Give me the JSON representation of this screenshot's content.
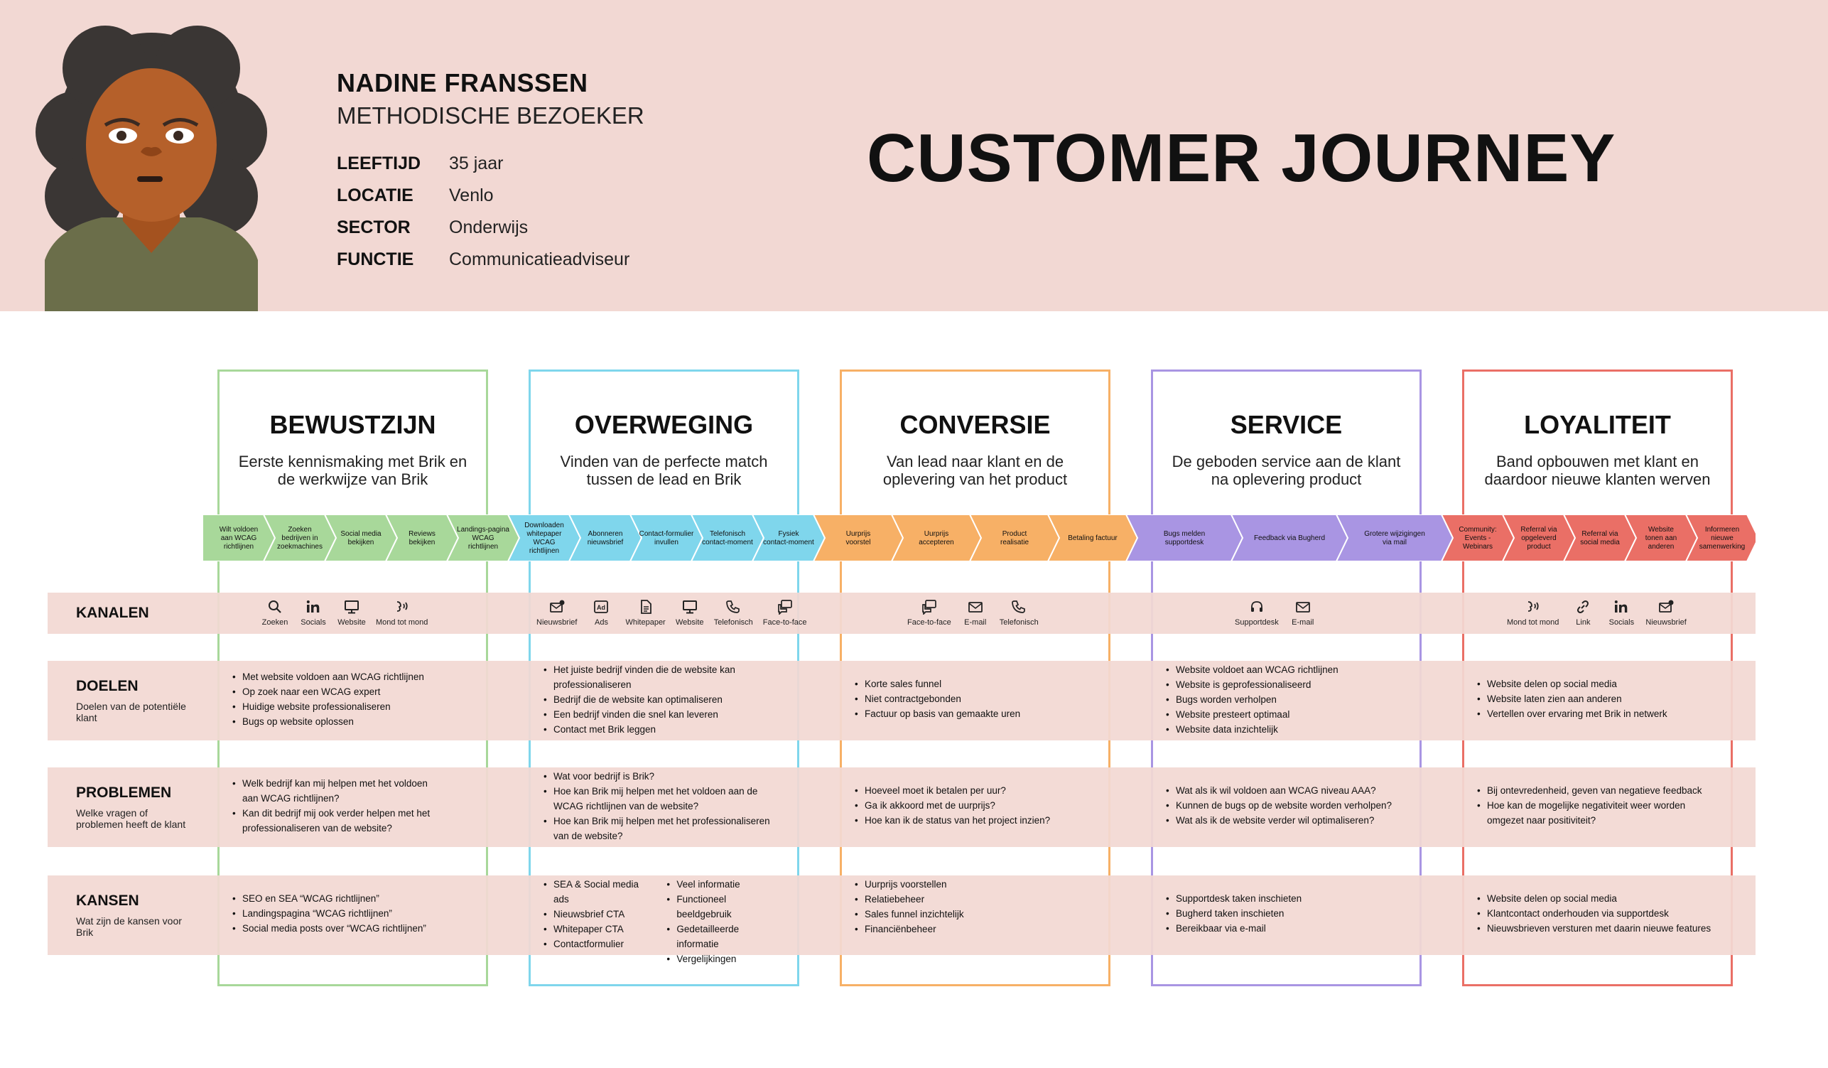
{
  "persona": {
    "name": "NADINE FRANSSEN",
    "role": "METHODISCHE BEZOEKER",
    "fields": [
      {
        "key": "LEEFTIJD",
        "value": "35 jaar"
      },
      {
        "key": "LOCATIE",
        "value": "Venlo"
      },
      {
        "key": "SECTOR",
        "value": "Onderwijs"
      },
      {
        "key": "FUNCTIE",
        "value": "Communicatieadviseur"
      }
    ]
  },
  "title": "CUSTOMER JOURNEY",
  "colors": {
    "header_bg": "#f2d8d3",
    "row_bg": "#f2d8d3",
    "bewustzijn": "#a8d89a",
    "overweging": "#7fd6ec",
    "conversie": "#f7b066",
    "service": "#a995e3",
    "loyaliteit": "#ea6f66"
  },
  "phases": [
    {
      "title": "BEWUSTZIJN",
      "desc": "Eerste kennismaking met Brik en de werkwijze van Brik",
      "color": "#a8d89a"
    },
    {
      "title": "OVERWEGING",
      "desc": "Vinden van de perfecte match tussen de lead en Brik",
      "color": "#7fd6ec"
    },
    {
      "title": "CONVERSIE",
      "desc": "Van lead naar klant en de oplevering van het product",
      "color": "#f7b066"
    },
    {
      "title": "SERVICE",
      "desc": "De geboden service aan de klant na oplevering product",
      "color": "#a995e3"
    },
    {
      "title": "LOYALITEIT",
      "desc": "Band opbouwen met klant en daardoor nieuwe klanten werven",
      "color": "#ea6f66"
    }
  ],
  "steps": [
    {
      "label": "Wilt voldoen aan WCAG richtlijnen",
      "phase": 0
    },
    {
      "label": "Zoeken bedrijven in zoekmachines",
      "phase": 0
    },
    {
      "label": "Social media bekijken",
      "phase": 0
    },
    {
      "label": "Reviews bekijken",
      "phase": 0
    },
    {
      "label": "Landings-pagina WCAG richtlijnen",
      "phase": 0
    },
    {
      "label": "Downloaden whitepaper WCAG richtlijnen",
      "phase": 1
    },
    {
      "label": "Abonneren nieuwsbrief",
      "phase": 1
    },
    {
      "label": "Contact-formulier invullen",
      "phase": 1
    },
    {
      "label": "Telefonisch contact-moment",
      "phase": 1
    },
    {
      "label": "Fysiek contact-moment",
      "phase": 1
    },
    {
      "label": "Uurprijs voorstel",
      "phase": 2
    },
    {
      "label": "Uurprijs accepteren",
      "phase": 2
    },
    {
      "label": "Product realisatie",
      "phase": 2
    },
    {
      "label": "Betaling factuur",
      "phase": 2
    },
    {
      "label": "Bugs melden supportdesk",
      "phase": 3
    },
    {
      "label": "Feedback via Bugherd",
      "phase": 3
    },
    {
      "label": "Grotere wijzigingen via mail",
      "phase": 3
    },
    {
      "label": "Community: Events - Webinars",
      "phase": 4
    },
    {
      "label": "Referral via opgeleverd product",
      "phase": 4
    },
    {
      "label": "Referral via social media",
      "phase": 4
    },
    {
      "label": "Website tonen aan anderen",
      "phase": 4
    },
    {
      "label": "Informeren nieuwe samenwerking",
      "phase": 4
    }
  ],
  "rows": {
    "kanalen": {
      "label": "KANALEN"
    },
    "doelen": {
      "label": "DOELEN",
      "sub": "Doelen van de potentiële klant"
    },
    "problemen": {
      "label": "PROBLEMEN",
      "sub": "Welke vragen of problemen heeft de klant"
    },
    "kansen": {
      "label": "KANSEN",
      "sub": "Wat zijn de kansen voor Brik"
    }
  },
  "channels": [
    [
      {
        "icon": "search-icon",
        "label": "Zoeken"
      },
      {
        "icon": "linkedin-icon",
        "label": "Socials"
      },
      {
        "icon": "monitor-icon",
        "label": "Website"
      },
      {
        "icon": "speech-icon",
        "label": "Mond tot mond"
      }
    ],
    [
      {
        "icon": "newsletter-icon",
        "label": "Nieuwsbrief"
      },
      {
        "icon": "ad-icon",
        "label": "Ads"
      },
      {
        "icon": "document-icon",
        "label": "Whitepaper"
      },
      {
        "icon": "monitor-icon",
        "label": "Website"
      },
      {
        "icon": "phone-icon",
        "label": "Telefonisch"
      },
      {
        "icon": "chat-icon",
        "label": "Face-to-face"
      }
    ],
    [
      {
        "icon": "chat-icon",
        "label": "Face-to-face"
      },
      {
        "icon": "mail-icon",
        "label": "E-mail"
      },
      {
        "icon": "phone-icon",
        "label": "Telefonisch"
      }
    ],
    [
      {
        "icon": "headset-icon",
        "label": "Supportdesk"
      },
      {
        "icon": "mail-icon",
        "label": "E-mail"
      }
    ],
    [
      {
        "icon": "speech-icon",
        "label": "Mond tot mond"
      },
      {
        "icon": "link-icon",
        "label": "Link"
      },
      {
        "icon": "linkedin-icon",
        "label": "Socials"
      },
      {
        "icon": "newsletter-icon",
        "label": "Nieuwsbrief"
      }
    ]
  ],
  "doelen": [
    [
      "Met website voldoen aan WCAG richtlijnen",
      "Op zoek naar een WCAG expert",
      "Huidige website professionaliseren",
      "Bugs op website oplossen"
    ],
    [
      "Het juiste bedrijf vinden die de website kan professionaliseren",
      "Bedrijf die de website kan optimaliseren",
      "Een bedrijf vinden die snel kan leveren",
      "Contact met Brik leggen"
    ],
    [
      "Korte sales funnel",
      "Niet contractgebonden",
      "Factuur op basis van gemaakte uren"
    ],
    [
      "Website voldoet aan WCAG richtlijnen",
      "Website is geprofessionaliseerd",
      "Bugs worden verholpen",
      "Website presteert optimaal",
      "Website data inzichtelijk"
    ],
    [
      "Website delen op social media",
      "Website laten zien aan anderen",
      "Vertellen over ervaring met Brik in netwerk"
    ]
  ],
  "problemen": [
    [
      "Welk bedrijf kan mij helpen met het voldoen aan WCAG richtlijnen?",
      "Kan dit bedrijf mij ook verder helpen met het professionaliseren van de website?"
    ],
    [
      "Wat voor bedrijf is Brik?",
      "Hoe kan Brik mij helpen met het voldoen aan de WCAG richtlijnen van de website?",
      "Hoe kan Brik mij helpen met het professionaliseren van de website?"
    ],
    [
      "Hoeveel moet ik betalen per uur?",
      "Ga ik akkoord met de uurprijs?",
      "Hoe kan ik de status van het project inzien?"
    ],
    [
      "Wat als ik wil voldoen aan WCAG niveau AAA?",
      "Kunnen de bugs op de website worden verholpen?",
      "Wat als ik de website verder wil optimaliseren?"
    ],
    [
      "Bij ontevredenheid, geven van negatieve feedback",
      "Hoe kan de mogelijke negativiteit weer worden omgezet naar positiviteit?"
    ]
  ],
  "kansen": [
    [
      "SEO en SEA “WCAG richtlijnen”",
      "Landingspagina “WCAG richtlijnen”",
      "Social media posts over “WCAG richtlijnen”"
    ],
    [
      "SEA & Social media ads",
      "Nieuwsbrief CTA",
      "Whitepaper CTA",
      "Contactformulier"
    ],
    [
      "Uurprijs voorstellen",
      "Relatiebeheer",
      "Sales funnel inzichtelijk",
      "Financiënbeheer"
    ],
    [
      "Supportdesk taken inschieten",
      "Bugherd taken inschieten",
      "Bereikbaar via e-mail"
    ],
    [
      "Website delen op social media",
      "Klantcontact onderhouden via supportdesk",
      "Nieuwsbrieven versturen met daarin nieuwe features"
    ]
  ],
  "kansen_extra": [
    "Veel informatie",
    "Functioneel beeldgebruik",
    "Gedetailleerde informatie",
    "Vergelijkingen"
  ]
}
